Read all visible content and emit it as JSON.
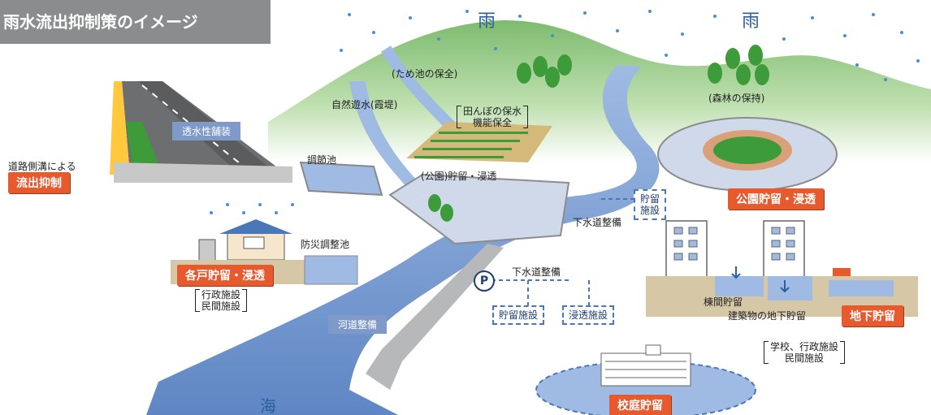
{
  "title": "雨水流出抑制策のイメージ",
  "rain_chars": [
    "雨",
    "雨"
  ],
  "sea": "海",
  "labels": {
    "tameike": "(ため池の保全)",
    "shizen_yusui": "自然遊水(霞堤)",
    "shinrin": "(森林の保持)",
    "chosetsuchi": "調節池",
    "koen_choryu": "(公園)貯留・浸透",
    "bosai": "防災調整池",
    "gesuido1": "下水道整備",
    "gesuido2": "下水道整備",
    "toukan": "棟間貯留",
    "chika_label": "建築物の地下貯留",
    "doro": "道路側溝による"
  },
  "red_tags": {
    "ryushutsu": "流出抑制",
    "kakko": "各戸貯留・浸透",
    "koen": "公園貯留・浸透",
    "chika": "地下貯留",
    "kotei": "校庭貯留"
  },
  "blue_tags": {
    "tosui": "透水性舗装",
    "kado": "河道整備"
  },
  "dash_boxes": {
    "choryu_shisetsu_1": "貯留",
    "choryu_shisetsu_2": "施設",
    "choryu": "貯留施設",
    "shinto": "浸透施設"
  },
  "brackets": {
    "tanbo_1": "田んぼの保水",
    "tanbo_2": "機能保全",
    "gyosei_1": "行政施設",
    "gyosei_2": "民間施設",
    "gakko_1": "学校、行政施設",
    "gakko_2": "民間施設"
  },
  "parking": "P",
  "colors": {
    "title_bg": "#8a8c8e",
    "tag_red": "#e65a2e",
    "tag_blue": "#7f99c8",
    "water": "#6f93cc",
    "mountain": "#7dbb6e"
  }
}
